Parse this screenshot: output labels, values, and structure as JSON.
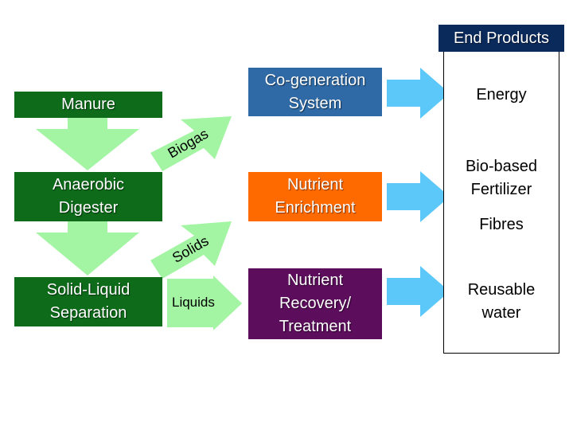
{
  "colors": {
    "dark_green": "#0d6b1a",
    "light_green": "#a3f5a3",
    "blue": "#2f6aa6",
    "orange": "#ff6a00",
    "purple": "#5c0d5c",
    "cyan": "#5cc8fa",
    "navy": "#0b2a5c"
  },
  "process": {
    "manure": "Manure",
    "digester": "Anaerobic\nDigester",
    "separation": "Solid-Liquid\nSeparation"
  },
  "flows": {
    "biogas": "Biogas",
    "solids": "Solids",
    "liquids": "Liquids"
  },
  "treatment": {
    "cogeneration": "Co-generation\nSystem",
    "enrichment": "Nutrient\nEnrichment",
    "recovery": "Nutrient\nRecovery/\nTreatment"
  },
  "end_products": {
    "header": "End Products",
    "energy": "Energy",
    "fertilizer": "Bio-based\nFertilizer",
    "fibres": "Fibres",
    "water": "Reusable\nwater"
  }
}
